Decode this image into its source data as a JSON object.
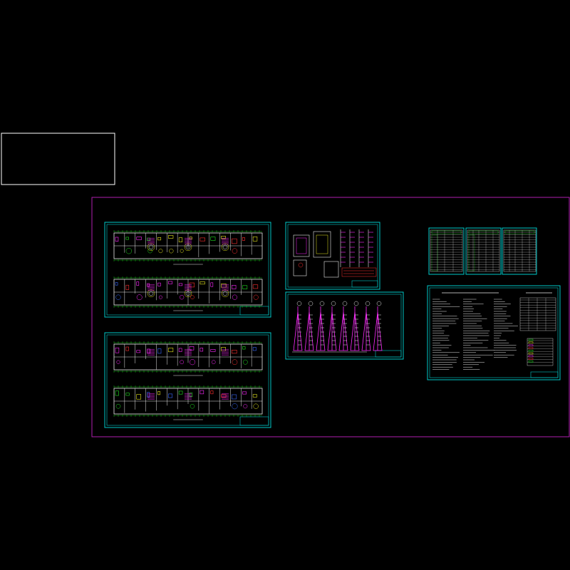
{
  "viewer": {
    "background": "#000000"
  },
  "colors": {
    "outer_frame": "#b01eb0",
    "white_box": "#ffffff",
    "sheet_frame": "#00c8c8",
    "line_white": "#e8e8e8",
    "line_magenta": "#ff2aff",
    "line_green": "#22e022",
    "line_yellow": "#e8e820",
    "line_red": "#ff3030",
    "line_blue": "#3a6aff"
  },
  "sheets": [
    {
      "id": "floor-plan-upper",
      "kind": "plan"
    },
    {
      "id": "floor-plan-lower",
      "kind": "plan"
    },
    {
      "id": "detail-sheet-top",
      "kind": "details"
    },
    {
      "id": "detail-sheet-riser",
      "kind": "riser"
    },
    {
      "id": "table-sheet-1",
      "kind": "table"
    },
    {
      "id": "table-sheet-2",
      "kind": "table"
    },
    {
      "id": "table-sheet-3",
      "kind": "table"
    },
    {
      "id": "notes-sheet",
      "kind": "notes"
    }
  ]
}
